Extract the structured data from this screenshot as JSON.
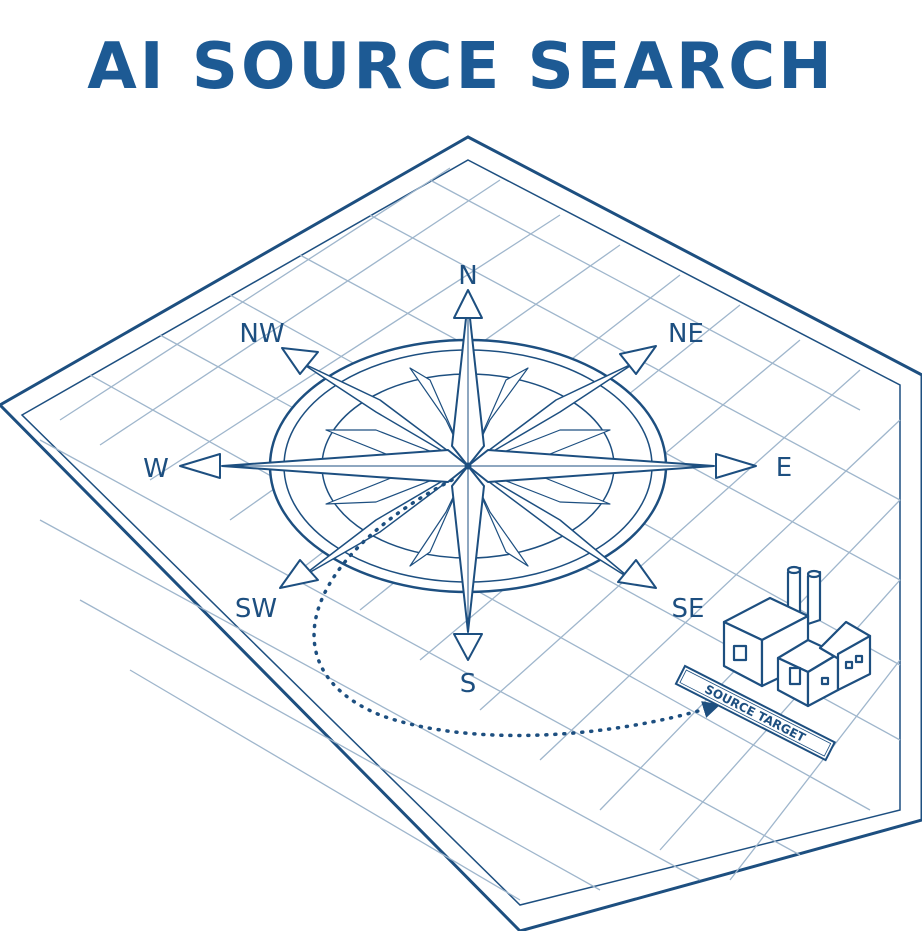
{
  "title": "AI SOURCE SEARCH",
  "directions": {
    "n": "N",
    "ne": "NE",
    "e": "E",
    "se": "SE",
    "s": "S",
    "sw": "SW",
    "w": "W",
    "nw": "NW"
  },
  "target_label": "SOURCE TARGET",
  "colors": {
    "title": "#1d5a94",
    "line": "#1d4f80",
    "grid": "#9fb6cc"
  }
}
